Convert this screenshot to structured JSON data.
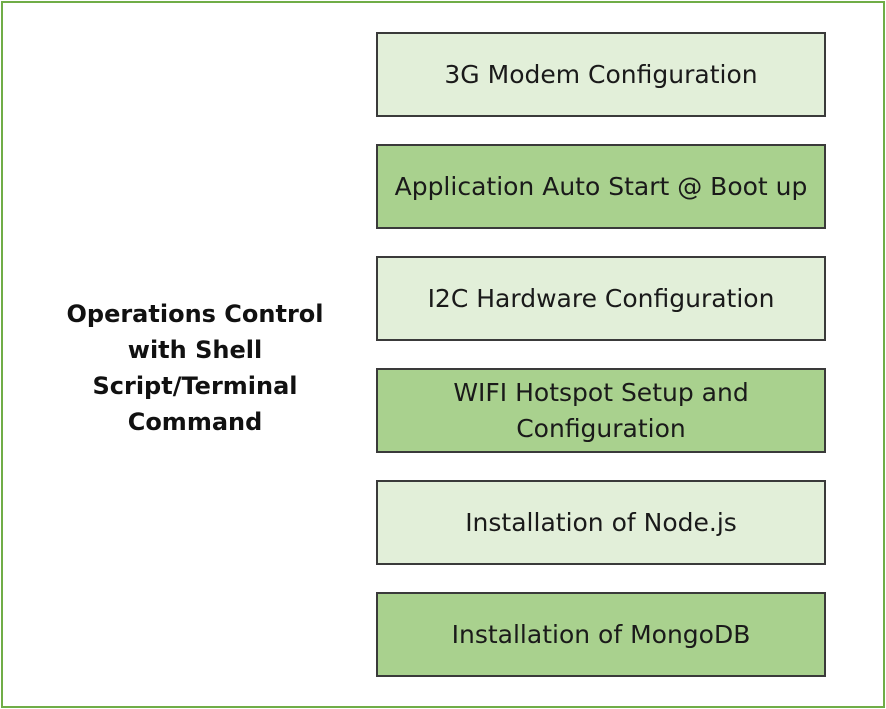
{
  "diagram": {
    "main_label": "Operations Control with Shell Script/Terminal Command",
    "steps": [
      {
        "label": "3G Modem Configuration",
        "fill": "#e2efd9"
      },
      {
        "label": "Application Auto Start @ Boot up",
        "fill": "#a9d18e"
      },
      {
        "label": "I2C Hardware Configuration",
        "fill": "#e2efd9"
      },
      {
        "label": "WIFI Hotspot Setup and Configuration",
        "fill": "#a9d18e"
      },
      {
        "label": "Installation of Node.js",
        "fill": "#e2efd9"
      },
      {
        "label": "Installation of MongoDB",
        "fill": "#a9d18e"
      }
    ],
    "colors": {
      "frame_border": "#70ad47",
      "box_border": "#3a3a3a",
      "light_fill": "#e2efd9",
      "dark_fill": "#a9d18e"
    }
  }
}
